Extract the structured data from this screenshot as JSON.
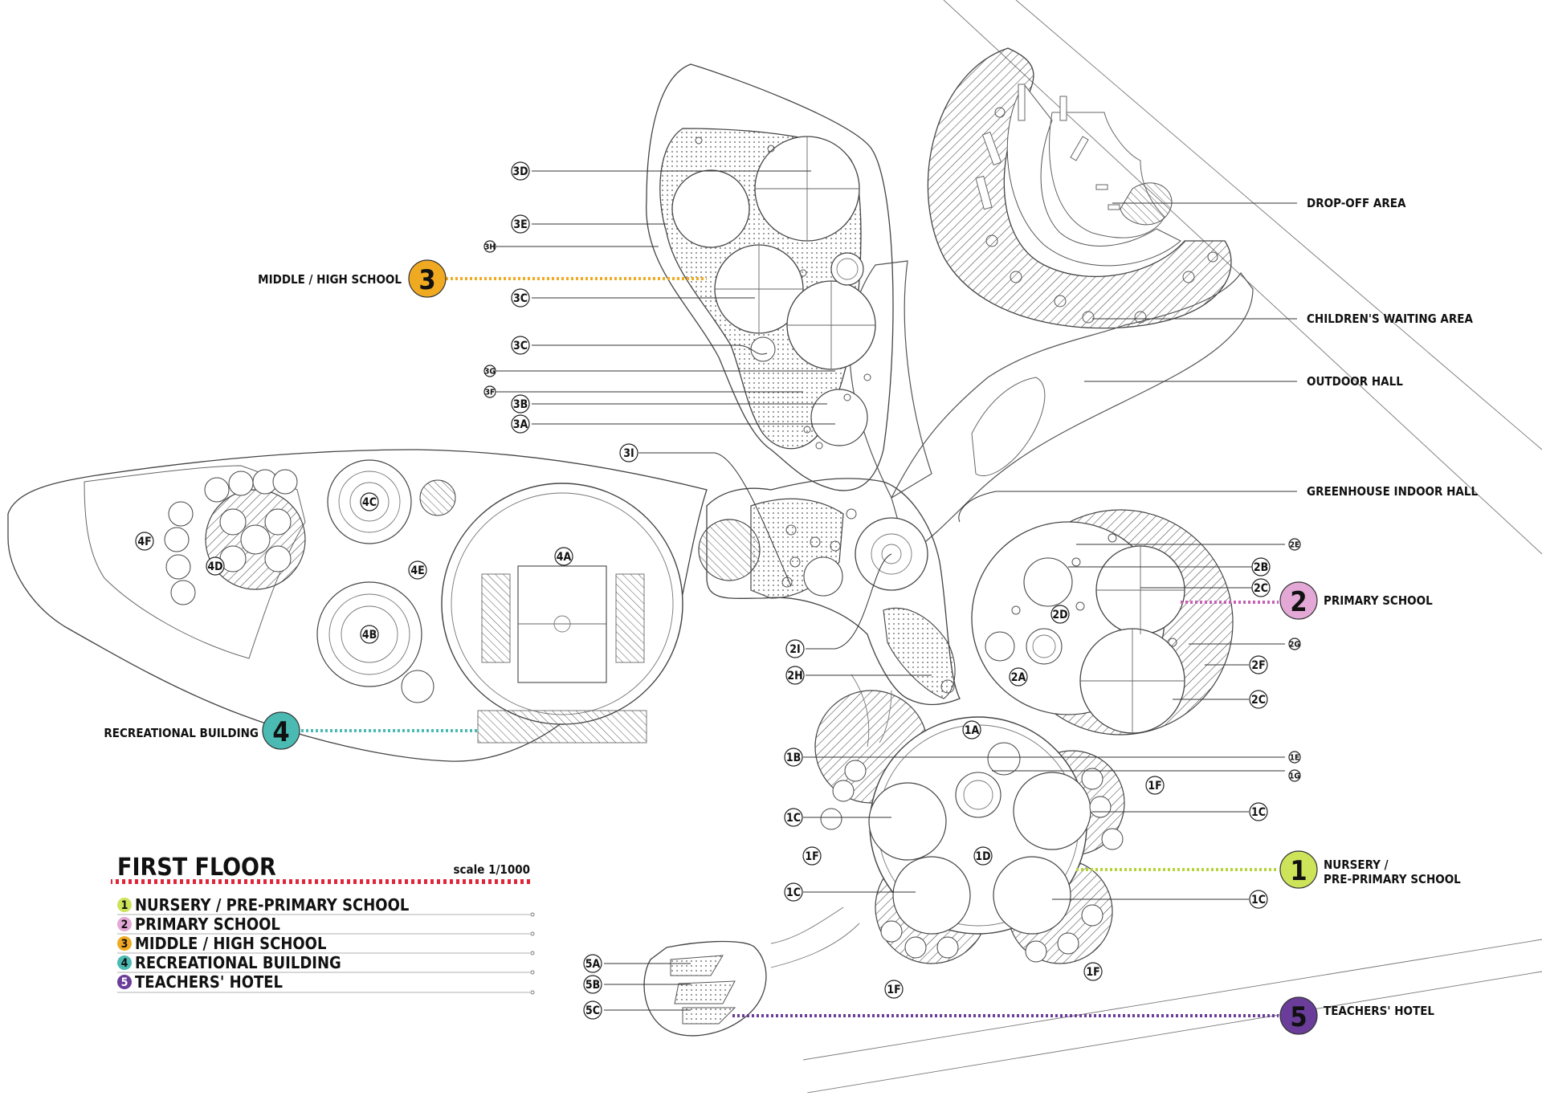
{
  "colors": {
    "nursery": "#cde35a",
    "primary": "#e3a8d6",
    "middle_high": "#f0aa22",
    "recreational": "#4bbab3",
    "teachers": "#6a3d9a",
    "legend_rule": "#e0263a"
  },
  "legend": {
    "title": "FIRST FLOOR",
    "scale": "scale 1/1000",
    "items": [
      {
        "num": "1",
        "label": "NURSERY / PRE-PRIMARY SCHOOL"
      },
      {
        "num": "2",
        "label": "PRIMARY SCHOOL"
      },
      {
        "num": "3",
        "label": "MIDDLE / HIGH SCHOOL"
      },
      {
        "num": "4",
        "label": "RECREATIONAL BUILDING"
      },
      {
        "num": "5",
        "label": "TEACHERS' HOTEL"
      }
    ]
  },
  "zones": {
    "nursery": {
      "num": "1",
      "label_line1": "NURSERY /",
      "label_line2": "PRE-PRIMARY SCHOOL"
    },
    "primary": {
      "num": "2",
      "label": "PRIMARY SCHOOL"
    },
    "middle_high": {
      "num": "3",
      "label": "MIDDLE / HIGH SCHOOL"
    },
    "recreational": {
      "num": "4",
      "label": "RECREATIONAL BUILDING"
    },
    "teachers": {
      "num": "5",
      "label": "TEACHERS' HOTEL"
    }
  },
  "areas": {
    "drop_off": "DROP-OFF AREA",
    "waiting": "CHILDREN'S WAITING AREA",
    "outdoor_hall": "OUTDOOR HALL",
    "greenhouse": "GREENHOUSE INDOOR HALL"
  },
  "tags": {
    "t3D": "3D",
    "t3E": "3E",
    "t3H": "3H",
    "t3C_a": "3C",
    "t3C_b": "3C",
    "t3G": "3G",
    "t3F": "3F",
    "t3B": "3B",
    "t3A": "3A",
    "t3I": "3I",
    "t4F": "4F",
    "t4D": "4D",
    "t4C": "4C",
    "t4E": "4E",
    "t4B": "4B",
    "t4A": "4A",
    "t2E": "2E",
    "t2B": "2B",
    "t2C_a": "2C",
    "t2D": "2D",
    "t2G": "2G",
    "t2F": "2F",
    "t2A": "2A",
    "t2C_b": "2C",
    "t2I": "2I",
    "t2H": "2H",
    "t1A": "1A",
    "t1B": "1B",
    "t1E": "1E",
    "t1G": "1G",
    "t1F_a": "1F",
    "t1C_a": "1C",
    "t1C_b": "1C",
    "t1F_b": "1F",
    "t1D": "1D",
    "t1C_c": "1C",
    "t1C_d": "1C",
    "t1F_c": "1F",
    "t1F_d": "1F",
    "t5A": "5A",
    "t5B": "5B",
    "t5C": "5C"
  }
}
